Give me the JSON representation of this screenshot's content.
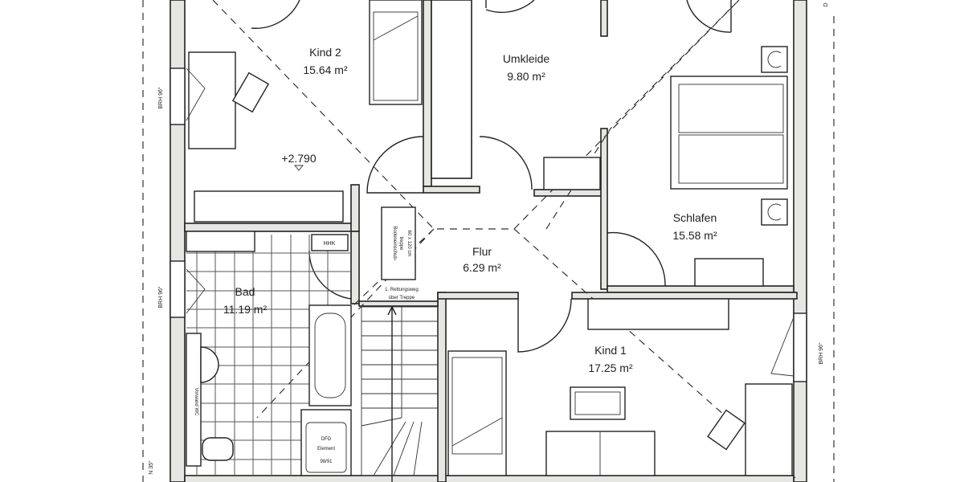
{
  "rooms": [
    {
      "name": "Kind 2",
      "area": "15.64 m²"
    },
    {
      "name": "Umkleide",
      "area": "9.80 m²"
    },
    {
      "name": "Schlafen",
      "area": "15.58 m²"
    },
    {
      "name": "Flur",
      "area": "6.29 m²"
    },
    {
      "name": "Bad",
      "area": "11.19 m²"
    },
    {
      "name": "Kind 1",
      "area": "17.25 m²"
    }
  ],
  "labels": {
    "level": "+2.790",
    "hhk": "HHK",
    "attic_stair_line1": "Bodeneinschub-",
    "attic_stair_line2": "treppe",
    "attic_stair_size": "60 x 120 cm",
    "escape_line1": "1. Rettungsweg",
    "escape_line2": "über Treppe",
    "dfd_line1": "DFD",
    "dfd_line2": "Element",
    "dfd_line3": "98/91",
    "brh_left_top": "BRH 96°",
    "brh_left_mid": "BRH 96°",
    "brh_right": "BRH 96°",
    "roof_pitch": "N 35°",
    "corner_mark": "D",
    "wc_box": "Vorwand WC"
  },
  "colors": {
    "wall_fill": "#e6e6e2",
    "line": "#222222"
  }
}
